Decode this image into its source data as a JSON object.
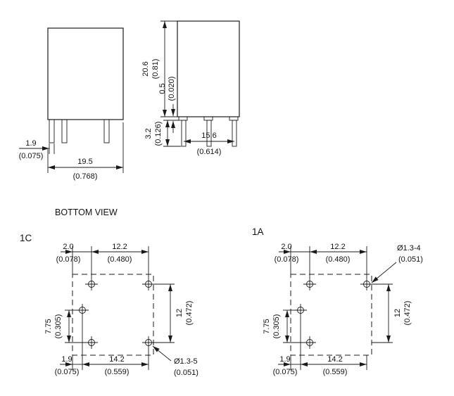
{
  "labels": {
    "bottom_view": "BOTTOM VIEW",
    "variant_1c": "1C",
    "variant_1a": "1A"
  },
  "front_view": {
    "pin_offset_mm": "1.9",
    "pin_offset_in": "(0.075)",
    "body_width_mm": "19.5",
    "body_width_in": "(0.768)"
  },
  "side_view": {
    "body_height_mm": "20.6",
    "body_height_in": "(0.81)",
    "standoff_mm": "0.5",
    "standoff_in": "(0.020)",
    "pin_length_mm": "3.2",
    "pin_length_in": "(0.126)",
    "pin_span_mm": "15.6",
    "pin_span_in": "(0.614)"
  },
  "view_1c": {
    "edge_to_pin_top_mm": "2.0",
    "edge_to_pin_top_in": "(0.078)",
    "pitch_top_mm": "12.2",
    "pitch_top_in": "(0.480)",
    "pitch_left_mm": "7.75",
    "pitch_left_in": "(0.305)",
    "pitch_right_mm": "12",
    "pitch_right_in": "(0.472)",
    "edge_to_pin_bottom_mm": "1.9",
    "edge_to_pin_bottom_in": "(0.075)",
    "pitch_bottom_mm": "14.2",
    "pitch_bottom_in": "(0.559)",
    "hole_mm": "Ø1.3-5",
    "hole_in": "(0.051)"
  },
  "view_1a": {
    "edge_to_pin_top_mm": "2.0",
    "edge_to_pin_top_in": "(0.078)",
    "pitch_top_mm": "12.2",
    "pitch_top_in": "(0.480)",
    "pitch_left_mm": "7.75",
    "pitch_left_in": "(0.305)",
    "pitch_right_mm": "12",
    "pitch_right_in": "(0.472)",
    "edge_to_pin_bottom_mm": "1.9",
    "edge_to_pin_bottom_in": "(0.075)",
    "pitch_bottom_mm": "14.2",
    "pitch_bottom_in": "(0.559)",
    "hole_mm": "Ø1.3-4",
    "hole_in": "(0.051)"
  }
}
